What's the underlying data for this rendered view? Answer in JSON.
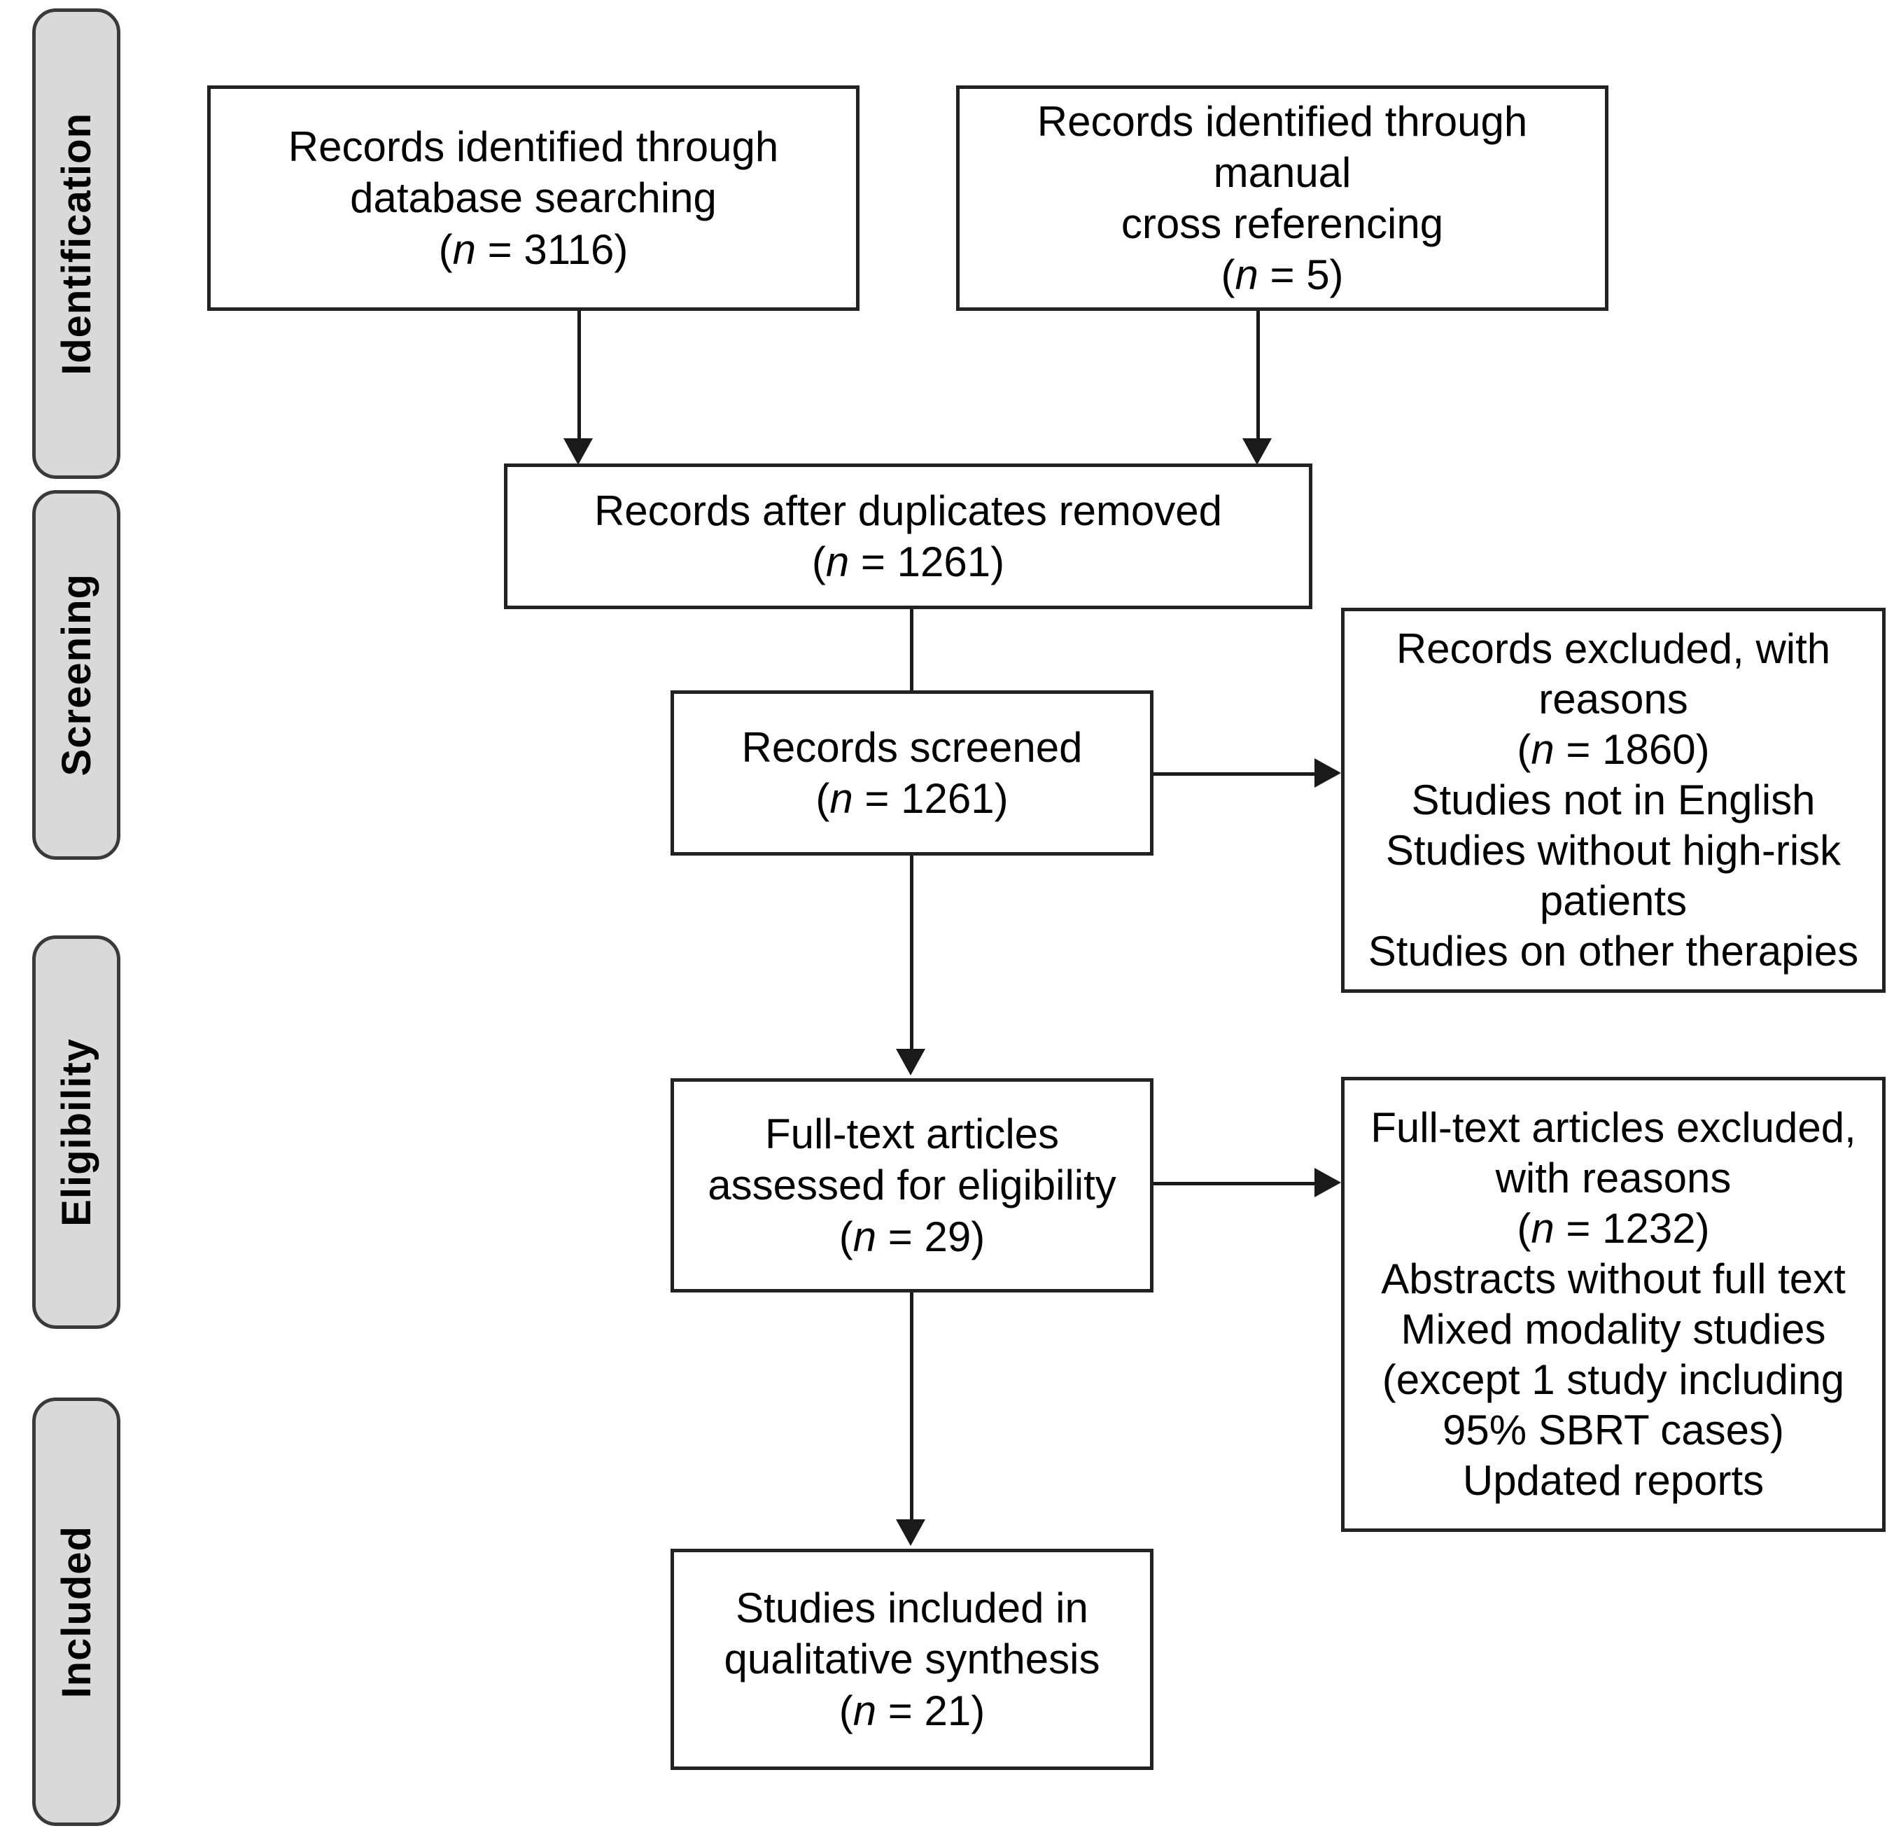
{
  "diagram": {
    "type": "prisma-flow-diagram",
    "stages": [
      {
        "id": "identification",
        "label": "Identification"
      },
      {
        "id": "screening",
        "label": "Screening"
      },
      {
        "id": "eligibility",
        "label": "Eligibility"
      },
      {
        "id": "included",
        "label": "Included"
      }
    ],
    "boxes": [
      {
        "id": "records-database",
        "text": "Records identified through\ndatabase searching\n(n = 3116)",
        "count": 3116
      },
      {
        "id": "records-manual",
        "text": "Records identified through manual\ncross referencing\n(n = 5)",
        "count": 5
      },
      {
        "id": "records-after-duplicates",
        "text": "Records after duplicates removed\n(n = 1261)",
        "count": 1261
      },
      {
        "id": "records-screened",
        "text": "Records screened\n(n = 1261)",
        "count": 1261
      },
      {
        "id": "records-excluded",
        "text": "Records excluded, with\nreasons\n(n = 1860)\nStudies not in English\nStudies without high-risk\npatients\nStudies on other therapies",
        "count": 1860
      },
      {
        "id": "fulltext-assessed",
        "text": "Full-text articles\nassessed for eligibility\n(n = 29)",
        "count": 29
      },
      {
        "id": "fulltext-excluded",
        "text": "Full-text articles excluded,\nwith reasons\n(n =  1232)\nAbstracts without full text\nMixed modality studies\n(except 1 study including\n95% SBRT cases)\nUpdated reports",
        "count": 1232
      },
      {
        "id": "studies-included",
        "text": "Studies included in\nqualitative synthesis\n(n = 21)",
        "count": 21
      }
    ],
    "colors": {
      "stage_fill": "#d9d9d9",
      "stage_border": "#3a3a3a",
      "box_border": "#222222",
      "connector": "#1a1a1a",
      "background": "#ffffff",
      "text": "#000000"
    }
  }
}
